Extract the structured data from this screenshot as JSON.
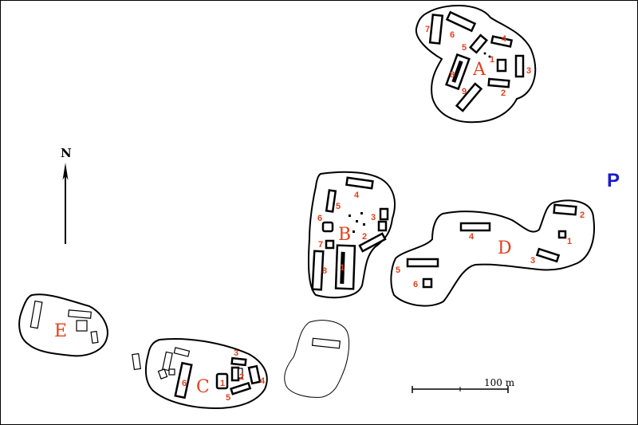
{
  "colors": {
    "label": "#e2401c",
    "marker": "#1a1acc",
    "ink": "#000000"
  },
  "north": {
    "label": "N"
  },
  "marker": {
    "label": "P"
  },
  "scale": {
    "label": "100 m"
  },
  "groups": {
    "A": {
      "label": "A",
      "numbers": [
        "1",
        "2",
        "3",
        "4",
        "5",
        "6",
        "7",
        "8",
        "9"
      ]
    },
    "B": {
      "label": "B",
      "numbers": [
        "1",
        "2",
        "3",
        "4",
        "5",
        "6",
        "7",
        "8"
      ]
    },
    "C": {
      "label": "C",
      "numbers": [
        "1",
        "2",
        "3",
        "4",
        "5",
        "6"
      ]
    },
    "D": {
      "label": "D",
      "numbers": [
        "1",
        "2",
        "3",
        "4",
        "5",
        "6"
      ]
    },
    "E": {
      "label": "E",
      "numbers": []
    }
  }
}
